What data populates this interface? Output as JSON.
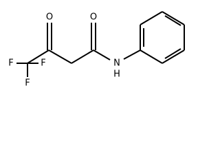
{
  "molecule": {
    "atoms": {
      "f_top_left": "F",
      "f_top_right": "F",
      "f_bottom": "F",
      "o_ketone": "O",
      "o_amide": "O",
      "n_amide": "N",
      "h_amide": "H"
    },
    "colors": {
      "bond": "#000000",
      "text": "#000000",
      "background": "#ffffff"
    }
  }
}
